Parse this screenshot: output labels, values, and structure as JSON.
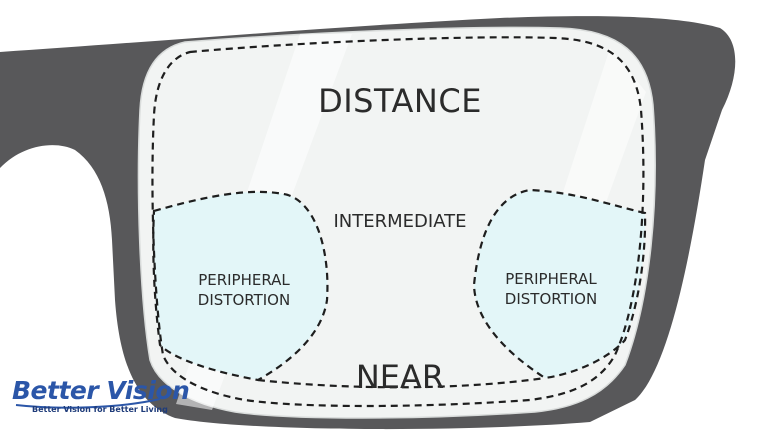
{
  "labels": {
    "distance": "DISTANCE",
    "intermediate": "INTERMEDIATE",
    "near": "NEAR",
    "peripheral_left": [
      "PERIPHERAL",
      "DISTORTION"
    ],
    "peripheral_right": [
      "PERIPHERAL",
      "DISTORTION"
    ]
  },
  "logo": {
    "name": "Better Vision",
    "tagline": "Better Vision for Better Living"
  },
  "colors": {
    "frame": "#58585a",
    "lens": "#f3f5f4",
    "distortion_zone": "#e3f6f8",
    "dashed_line": "#1e1e1e",
    "text": "#2b2b2b",
    "logo": "#2b56a8"
  }
}
